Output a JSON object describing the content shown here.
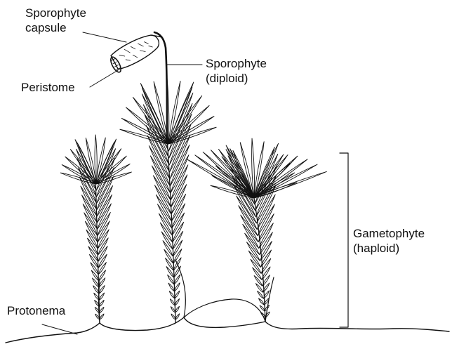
{
  "labels": {
    "sporophyte_capsule_line1": "Sporophyte",
    "sporophyte_capsule_line2": "capsule",
    "peristome": "Peristome",
    "sporophyte_line1": "Sporophyte",
    "sporophyte_line2": "(diploid)",
    "gametophyte_line1": "Gametophyte",
    "gametophyte_line2": "(haploid)",
    "protonema": "Protonema"
  },
  "colors": {
    "ink": "#111111",
    "background": "#ffffff"
  }
}
